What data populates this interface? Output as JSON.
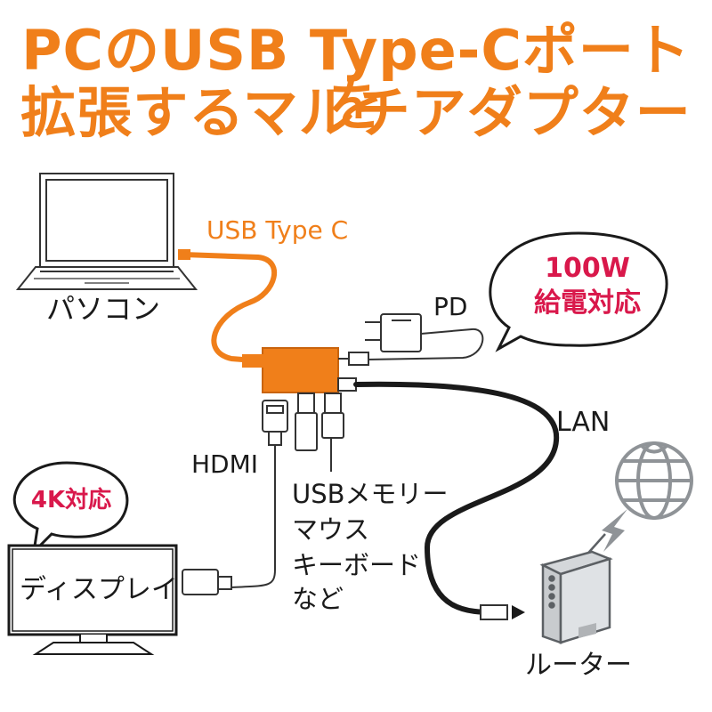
{
  "title": {
    "line1": "PCのUSB Type-Cポートを",
    "line2": "拡張するマルチアダプター"
  },
  "labels": {
    "usb_type_c": "USB Type C",
    "pc": "パソコン",
    "pd": "PD",
    "lan": "LAN",
    "hdmi": "HDMI",
    "usb_devices": [
      "USBメモリー",
      "マウス",
      "キーボード",
      "など"
    ],
    "display": "ディスプレイ",
    "router": "ルーター"
  },
  "bubbles": {
    "power_line1": "100W",
    "power_line2": "給電対応",
    "resolution": "4K対応"
  },
  "colors": {
    "accent_orange": "#f07f1a",
    "bubble_red": "#d9184b",
    "cable_dark": "#1a1a1a",
    "device_gray": "#b8bcc0"
  }
}
